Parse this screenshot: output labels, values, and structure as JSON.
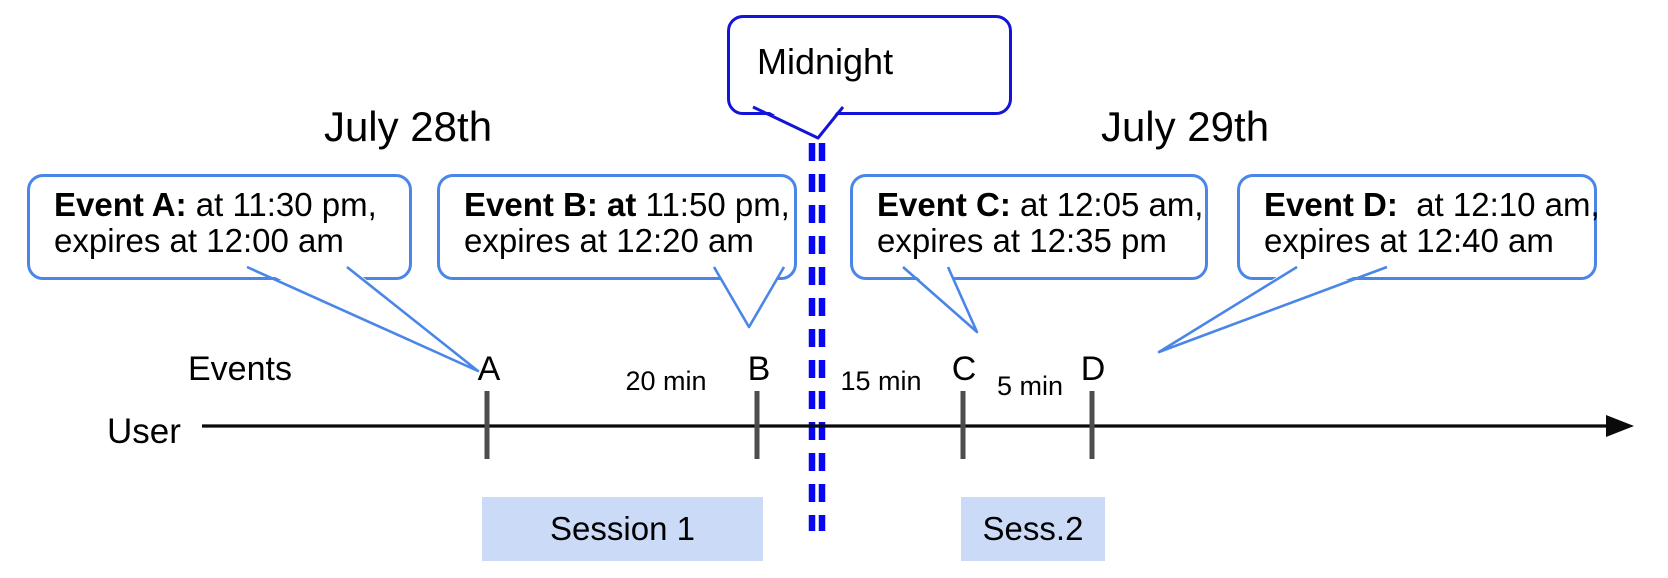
{
  "dates": {
    "left": "July 28th",
    "right": "July 29th"
  },
  "midnight_callout": {
    "label": "Midnight"
  },
  "event_callouts": [
    {
      "id": "A",
      "bold": "Event A:",
      "line1_rest": " at 11:30 pm,",
      "line2": "expires at 12:00 am"
    },
    {
      "id": "B",
      "bold": "Event B: at",
      "line1_rest": " 11:50 pm,",
      "line2": "expires at 12:20 am"
    },
    {
      "id": "C",
      "bold": "Event C:",
      "line1_rest": " at 12:05 am,",
      "line2": "expires at 12:35 pm"
    },
    {
      "id": "D",
      "bold": "Event D:",
      "line1_rest": "  at 12:10 am,",
      "line2": "expires at 12:40 am"
    }
  ],
  "timeline": {
    "events_label": "Events",
    "row_label": "User",
    "ticks": [
      {
        "label": "A"
      },
      {
        "label": "B"
      },
      {
        "label": "C"
      },
      {
        "label": "D"
      }
    ],
    "gaps": [
      {
        "label": "20 min"
      },
      {
        "label": "15 min"
      },
      {
        "label": "5 min"
      }
    ]
  },
  "sessions": [
    {
      "label": "Session 1"
    },
    {
      "label": "Sess.2"
    }
  ],
  "colors": {
    "event_border": "#4a86e8",
    "midnight_border": "#1414d9",
    "dash_color": "#0808f0",
    "session_fill": "#cbdbf7",
    "tick_color": "#4d4d4d",
    "text_color": "#000000"
  }
}
